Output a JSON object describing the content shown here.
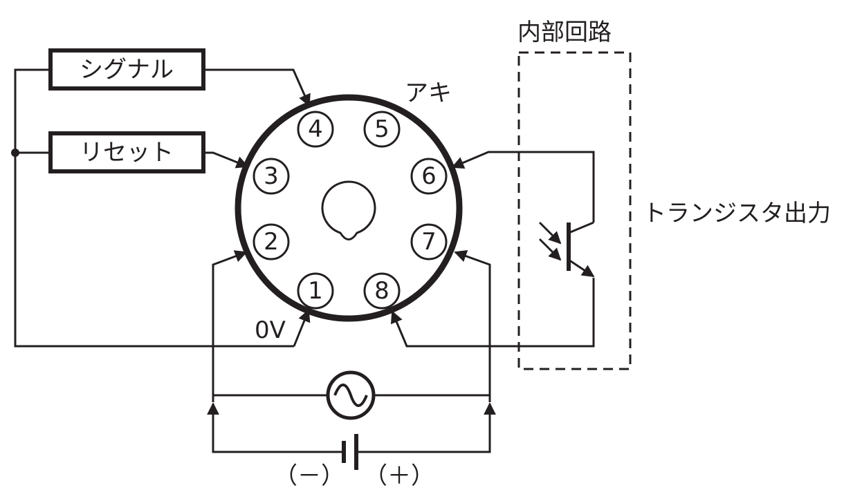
{
  "labels": {
    "signal": "シグナル",
    "reset": "リセット",
    "internal_circuit": "内部回路",
    "empty": "アキ",
    "zero_volt": "0V",
    "transistor_output": "トランジスタ出力",
    "minus": "（－）",
    "plus": "（＋）"
  },
  "pins": [
    "1",
    "2",
    "3",
    "4",
    "5",
    "6",
    "7",
    "8"
  ],
  "colors": {
    "ink": "#231f20",
    "background": "#ffffff"
  },
  "icons": [
    "ac-source-icon",
    "battery-icon",
    "phototransistor-icon",
    "key-notch-icon"
  ]
}
